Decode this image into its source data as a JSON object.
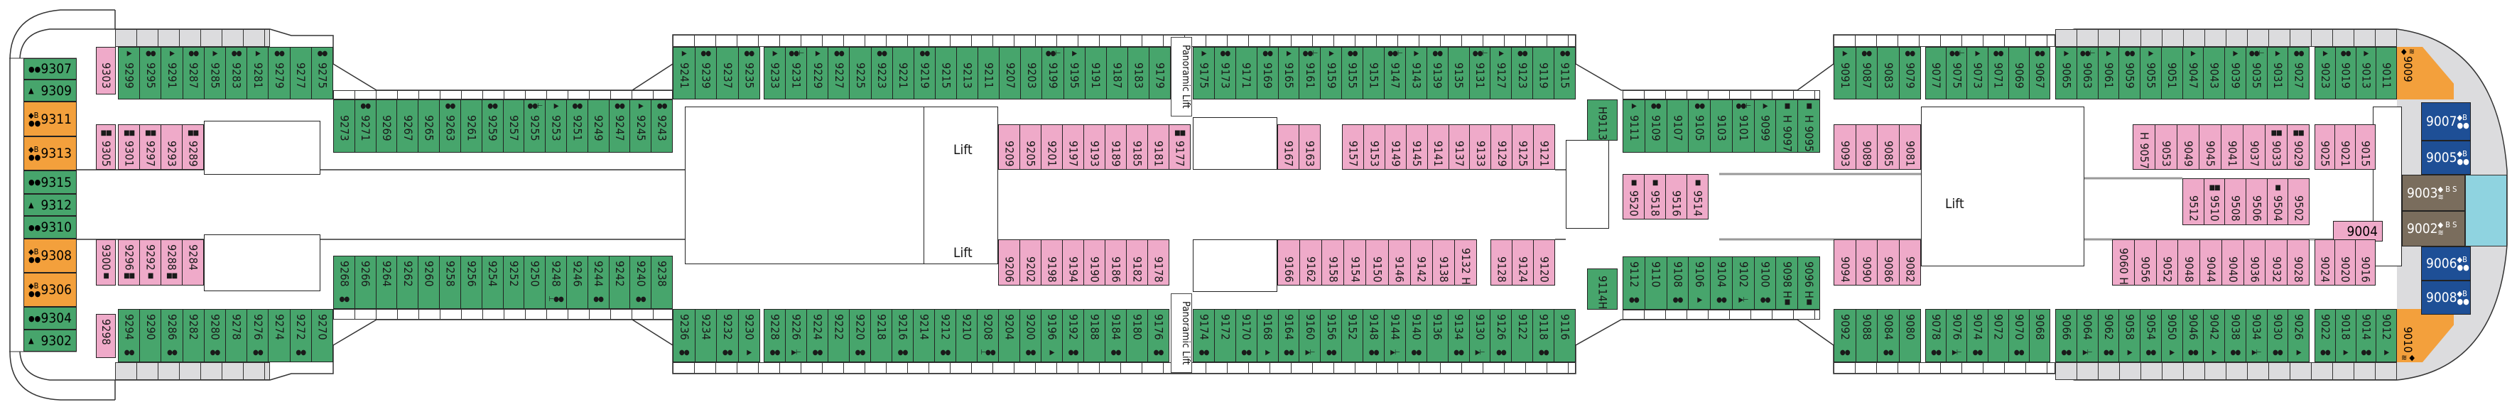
{
  "labels": {
    "lift": "Lift",
    "panoramic_lift": "Panoramic Lift"
  },
  "colors": {
    "standard": "#47a56c",
    "inside": "#efaac9",
    "suite": "#f3a03c",
    "grand_suite": "#1e4f96",
    "owner_suite": "#7a6d5d",
    "terrace": "#8fd3e0"
  },
  "rows": {
    "a_top_pink": [
      [
        "9303",
        ""
      ]
    ],
    "a_top": [
      [
        "9299",
        "▶"
      ],
      [
        "9295",
        "●●"
      ],
      [
        "9291",
        "▶"
      ],
      [
        "9287",
        "●●"
      ],
      [
        "9285",
        "▶"
      ],
      [
        "9283",
        "●●"
      ],
      [
        "9281",
        "▶"
      ],
      [
        "9279",
        "●●"
      ],
      [
        "9277",
        ""
      ],
      [
        "9275",
        "●●"
      ]
    ],
    "b_top": [
      [
        "9273",
        ""
      ],
      [
        "9271",
        "●●"
      ],
      [
        "9269",
        ""
      ],
      [
        "9267",
        ""
      ],
      [
        "9265",
        ""
      ],
      [
        "9263",
        "●●"
      ],
      [
        "9261",
        ""
      ],
      [
        "9259",
        "●●"
      ],
      [
        "9257",
        ""
      ],
      [
        "9255",
        "●●⊢"
      ],
      [
        "9253",
        "▶"
      ],
      [
        "9251",
        "●●"
      ],
      [
        "9249",
        ""
      ],
      [
        "9247",
        "●●"
      ],
      [
        "9245",
        "▶"
      ],
      [
        "9243",
        "●●"
      ]
    ],
    "c_top1": [
      [
        "9241",
        "▶"
      ],
      [
        "9239",
        "●●"
      ],
      [
        "9237",
        ""
      ],
      [
        "9235",
        "●●"
      ]
    ],
    "c_top2": [
      [
        "9233",
        "▶"
      ],
      [
        "9231",
        "●●⊢"
      ],
      [
        "9229",
        "▶"
      ],
      [
        "9227",
        "●●"
      ],
      [
        "9225",
        ""
      ],
      [
        "9223",
        "●●"
      ],
      [
        "9221",
        ""
      ],
      [
        "9219",
        "●●"
      ],
      [
        "9215",
        ""
      ],
      [
        "9213",
        ""
      ],
      [
        "9211",
        ""
      ],
      [
        "9207",
        ""
      ],
      [
        "9203",
        ""
      ],
      [
        "9199",
        "●●⊢"
      ],
      [
        "9195",
        "▶"
      ],
      [
        "9191",
        ""
      ],
      [
        "9187",
        ""
      ],
      [
        "9183",
        ""
      ],
      [
        "9179",
        ""
      ]
    ],
    "c_top3": [
      [
        "9175",
        "▶"
      ],
      [
        "9173",
        "●●"
      ],
      [
        "9171",
        ""
      ],
      [
        "9169",
        "●●"
      ],
      [
        "9165",
        "▶"
      ],
      [
        "9161",
        "●●⊢"
      ],
      [
        "9159",
        "▶"
      ],
      [
        "9155",
        "●●"
      ],
      [
        "9151",
        ""
      ],
      [
        "9147",
        "●●⊢"
      ],
      [
        "9143",
        "▶"
      ],
      [
        "9139",
        "●●"
      ],
      [
        "9135",
        ""
      ],
      [
        "9131",
        "●●⊢"
      ],
      [
        "9127",
        "▶"
      ],
      [
        "9123",
        "●●"
      ],
      [
        "9119",
        ""
      ],
      [
        "9115",
        "●●"
      ]
    ],
    "d_top_h": [
      [
        "H9113",
        ""
      ]
    ],
    "d_top": [
      [
        "9111",
        "▶"
      ],
      [
        "9109",
        "●●"
      ],
      [
        "9107",
        ""
      ],
      [
        "9105",
        "●●"
      ],
      [
        "9103",
        ""
      ],
      [
        "9101",
        "●●⊢"
      ],
      [
        "9099",
        "▶"
      ],
      [
        "H 9097",
        "■"
      ],
      [
        "H 9095",
        "■"
      ]
    ],
    "e_top1": [
      [
        "9091",
        "▶"
      ],
      [
        "9087",
        "●●"
      ],
      [
        "9083",
        ""
      ],
      [
        "9079",
        "●●"
      ]
    ],
    "e_top2": [
      [
        "9077",
        ""
      ],
      [
        "9075",
        "●●⊢"
      ],
      [
        "9073",
        "▶"
      ],
      [
        "9071",
        "●●"
      ],
      [
        "9069",
        ""
      ],
      [
        "9067",
        "●●"
      ]
    ],
    "e_top3": [
      [
        "9065",
        "▶"
      ],
      [
        "9063",
        "●●⊢"
      ],
      [
        "9061",
        "▶"
      ],
      [
        "9059",
        "●●"
      ],
      [
        "9055",
        "▶"
      ],
      [
        "9051",
        ""
      ],
      [
        "9047",
        "▶"
      ],
      [
        "9043",
        ""
      ],
      [
        "9039",
        "▶"
      ],
      [
        "9035",
        "●●⊢"
      ],
      [
        "9031",
        "▶"
      ],
      [
        "9027",
        "●●"
      ]
    ],
    "e_top4": [
      [
        "9023",
        "▶"
      ],
      [
        "9019",
        "●●"
      ],
      [
        "9013",
        "▶"
      ],
      [
        "9011",
        ""
      ]
    ],
    "e_top_suite": [
      [
        "9009",
        "◆ ≋"
      ]
    ],
    "a_in_top_pink": [
      [
        "9305",
        "■■"
      ]
    ],
    "a_in_top": [
      [
        "9301",
        "■■"
      ],
      [
        "9297",
        "■■"
      ],
      [
        "9293",
        ""
      ],
      [
        "9289",
        "■■"
      ]
    ],
    "c_in_top1": [
      [
        "9209",
        ""
      ],
      [
        "9205",
        ""
      ],
      [
        "9201",
        ""
      ],
      [
        "9197",
        ""
      ],
      [
        "9193",
        ""
      ],
      [
        "9189",
        ""
      ],
      [
        "9185",
        ""
      ],
      [
        "9181",
        ""
      ],
      [
        "9177",
        "■■"
      ]
    ],
    "c_in_top2": [
      [
        "9167",
        ""
      ],
      [
        "9163",
        ""
      ]
    ],
    "c_in_top3": [
      [
        "9157",
        ""
      ],
      [
        "9153",
        ""
      ],
      [
        "9149",
        ""
      ],
      [
        "9145",
        ""
      ],
      [
        "9141",
        ""
      ],
      [
        "9137",
        ""
      ],
      [
        "9133",
        ""
      ],
      [
        "9129",
        ""
      ],
      [
        "9125",
        ""
      ],
      [
        "9121",
        ""
      ]
    ],
    "center_d": [
      [
        "9520",
        "■"
      ],
      [
        "9518",
        "■"
      ],
      [
        "9516",
        ""
      ],
      [
        "9514",
        "■"
      ]
    ],
    "e_in_top1": [
      [
        "9093",
        ""
      ],
      [
        "9089",
        ""
      ],
      [
        "9085",
        ""
      ],
      [
        "9081",
        ""
      ]
    ],
    "e_in_top2": [
      [
        "H 9057",
        ""
      ],
      [
        "9053",
        ""
      ],
      [
        "9049",
        ""
      ],
      [
        "9045",
        ""
      ],
      [
        "9041",
        ""
      ],
      [
        "9037",
        ""
      ],
      [
        "9033",
        "■■"
      ],
      [
        "9029",
        "■■"
      ]
    ],
    "e_in_top3": [
      [
        "9025",
        ""
      ],
      [
        "9021",
        ""
      ],
      [
        "9015",
        ""
      ]
    ],
    "center_e": [
      [
        "9512",
        ""
      ],
      [
        "9510",
        "■■"
      ],
      [
        "9508",
        ""
      ],
      [
        "9506",
        ""
      ],
      [
        "9504",
        "■"
      ],
      [
        "9502",
        ""
      ]
    ],
    "center_e_single": [
      [
        "9004",
        ""
      ]
    ],
    "a_in_bot_pink": [
      [
        "9300",
        "■"
      ]
    ],
    "a_in_bot": [
      [
        "9296",
        "■■"
      ],
      [
        "9292",
        "■"
      ],
      [
        "9288",
        "■■"
      ],
      [
        "9284",
        ""
      ]
    ],
    "c_in_bot1": [
      [
        "9206",
        ""
      ],
      [
        "9202",
        ""
      ],
      [
        "9198",
        ""
      ],
      [
        "9194",
        ""
      ],
      [
        "9190",
        ""
      ],
      [
        "9186",
        ""
      ],
      [
        "9182",
        ""
      ],
      [
        "9178",
        ""
      ]
    ],
    "c_in_bot2": [
      [
        "9166",
        ""
      ],
      [
        "9162",
        ""
      ],
      [
        "9158",
        ""
      ],
      [
        "9154",
        ""
      ],
      [
        "9150",
        ""
      ],
      [
        "9146",
        ""
      ],
      [
        "9142",
        ""
      ],
      [
        "9138",
        ""
      ],
      [
        "9132 H",
        ""
      ]
    ],
    "c_in_bot3": [
      [
        "9128",
        ""
      ],
      [
        "9124",
        ""
      ],
      [
        "9120",
        ""
      ]
    ],
    "e_in_bot1": [
      [
        "9094",
        ""
      ],
      [
        "9090",
        ""
      ],
      [
        "9086",
        ""
      ],
      [
        "9082",
        ""
      ]
    ],
    "e_in_bot2": [
      [
        "9060 H",
        ""
      ],
      [
        "9056",
        ""
      ],
      [
        "9052",
        ""
      ],
      [
        "9048",
        ""
      ],
      [
        "9044",
        ""
      ],
      [
        "9040",
        ""
      ],
      [
        "9036",
        ""
      ],
      [
        "9032",
        ""
      ],
      [
        "9028",
        ""
      ]
    ],
    "e_in_bot3": [
      [
        "9024",
        ""
      ],
      [
        "9020",
        ""
      ],
      [
        "9016",
        ""
      ]
    ],
    "b_bot": [
      [
        "9268",
        "●●"
      ],
      [
        "9266",
        ""
      ],
      [
        "9264",
        ""
      ],
      [
        "9262",
        ""
      ],
      [
        "9260",
        ""
      ],
      [
        "9258",
        ""
      ],
      [
        "9256",
        ""
      ],
      [
        "9254",
        ""
      ],
      [
        "9252",
        ""
      ],
      [
        "9250",
        ""
      ],
      [
        "9248",
        "⊢●●"
      ],
      [
        "9246",
        ""
      ],
      [
        "9244",
        "●●"
      ],
      [
        "9242",
        ""
      ],
      [
        "9240",
        "●●"
      ],
      [
        "9238",
        ""
      ]
    ],
    "d_bot_h": [
      [
        "9114H",
        ""
      ]
    ],
    "d_bot": [
      [
        "9112",
        "●●"
      ],
      [
        "9110",
        ""
      ],
      [
        "9108",
        "●●"
      ],
      [
        "9106",
        "▶"
      ],
      [
        "9104",
        "●●"
      ],
      [
        "9102",
        "▶⊢"
      ],
      [
        "9100",
        "●●"
      ],
      [
        "9098 H",
        "■"
      ],
      [
        "9096 H",
        "■"
      ]
    ],
    "a_bot_pink": [
      [
        "9298",
        ""
      ]
    ],
    "a_bot": [
      [
        "9294",
        "●●"
      ],
      [
        "9290",
        ""
      ],
      [
        "9286",
        "●●"
      ],
      [
        "9282",
        ""
      ],
      [
        "9280",
        "●●"
      ],
      [
        "9278",
        ""
      ],
      [
        "9276",
        "●●"
      ],
      [
        "9274",
        ""
      ],
      [
        "9272",
        "●●"
      ],
      [
        "9270",
        ""
      ]
    ],
    "c_bot1": [
      [
        "9236",
        "●●"
      ],
      [
        "9234",
        ""
      ],
      [
        "9232",
        "●●"
      ],
      [
        "9230",
        "▶"
      ]
    ],
    "c_bot2": [
      [
        "9228",
        "●●"
      ],
      [
        "9226",
        "▶⊢"
      ],
      [
        "9224",
        "●●"
      ],
      [
        "9222",
        ""
      ],
      [
        "9220",
        "●●"
      ],
      [
        "9218",
        ""
      ],
      [
        "9216",
        "●●"
      ],
      [
        "9214",
        ""
      ],
      [
        "9212",
        "●●"
      ],
      [
        "9210",
        ""
      ],
      [
        "9208",
        "⊢●●"
      ],
      [
        "9204",
        ""
      ],
      [
        "9200",
        "●●"
      ],
      [
        "9196",
        "▶"
      ],
      [
        "9192",
        "●●"
      ],
      [
        "9188",
        ""
      ],
      [
        "9184",
        "●●"
      ],
      [
        "9180",
        ""
      ],
      [
        "9176",
        "●●"
      ]
    ],
    "c_bot3": [
      [
        "9174",
        "●●"
      ],
      [
        "9172",
        ""
      ],
      [
        "9170",
        "●●"
      ],
      [
        "9168",
        "▶"
      ],
      [
        "9164",
        "●●"
      ],
      [
        "9160",
        "▶⊢"
      ],
      [
        "9156",
        "●●"
      ],
      [
        "9152",
        ""
      ],
      [
        "9148",
        "●●"
      ],
      [
        "9144",
        "▶⊢"
      ],
      [
        "9140",
        "●●"
      ],
      [
        "9136",
        ""
      ],
      [
        "9134",
        "●●"
      ],
      [
        "9130",
        "▶⊢"
      ],
      [
        "9126",
        "●●"
      ],
      [
        "9122",
        ""
      ],
      [
        "9118",
        "●●"
      ],
      [
        "9116",
        ""
      ]
    ],
    "e_bot1": [
      [
        "9092",
        "●●"
      ],
      [
        "9088",
        ""
      ],
      [
        "9084",
        "●●"
      ],
      [
        "9080",
        ""
      ]
    ],
    "e_bot2": [
      [
        "9078",
        "●●"
      ],
      [
        "9076",
        "▶⊢"
      ],
      [
        "9074",
        "●●"
      ],
      [
        "9072",
        ""
      ],
      [
        "9070",
        "●●"
      ],
      [
        "9068",
        ""
      ]
    ],
    "e_bot3": [
      [
        "9066",
        "●●"
      ],
      [
        "9064",
        "▶⊢"
      ],
      [
        "9062",
        "●●"
      ],
      [
        "9058",
        "▶"
      ],
      [
        "9054",
        "●●"
      ],
      [
        "9050",
        "▶"
      ],
      [
        "9046",
        "●●"
      ],
      [
        "9042",
        "▶"
      ],
      [
        "9038",
        "●●"
      ],
      [
        "9034",
        "▶⊢"
      ],
      [
        "9030",
        "●●"
      ],
      [
        "9026",
        "▶"
      ]
    ],
    "e_bot4": [
      [
        "9022",
        "●●"
      ],
      [
        "9018",
        "▶"
      ],
      [
        "9014",
        "●●"
      ],
      [
        "9012",
        "▶"
      ]
    ],
    "e_bot_suite": [
      [
        "9010",
        "≋ ◆"
      ]
    ]
  },
  "aft": [
    {
      "num": "9307",
      "sym": "●●",
      "type": "g"
    },
    {
      "num": "9309",
      "sym": "▲",
      "type": "g"
    },
    {
      "num": "9311",
      "sym": "◆B ●●",
      "type": "o"
    },
    {
      "num": "9313",
      "sym": "◆B ●●",
      "type": "o"
    },
    {
      "num": "9315",
      "sym": "●●",
      "type": "g"
    },
    {
      "num": "9312",
      "sym": "▲",
      "type": "g"
    },
    {
      "num": "9310",
      "sym": "●●",
      "type": "g"
    },
    {
      "num": "9308",
      "sym": "◆B ●●",
      "type": "o"
    },
    {
      "num": "9306",
      "sym": "◆B ●●",
      "type": "o"
    },
    {
      "num": "9304",
      "sym": "●●",
      "type": "g"
    },
    {
      "num": "9302",
      "sym": "▲",
      "type": "g"
    }
  ],
  "bow": [
    {
      "num": "9007",
      "sym": "◆B ●●",
      "type": "b"
    },
    {
      "num": "9005",
      "sym": "◆B ●●",
      "type": "b"
    },
    {
      "num": "9003",
      "sym": "◆ B S ≋",
      "type": "br"
    },
    {
      "num": "9002",
      "sym": "◆ B S ≋",
      "type": "br"
    },
    {
      "num": "9006",
      "sym": "◆B ●●",
      "type": "b"
    },
    {
      "num": "9008",
      "sym": "◆B ●●",
      "type": "b"
    }
  ]
}
